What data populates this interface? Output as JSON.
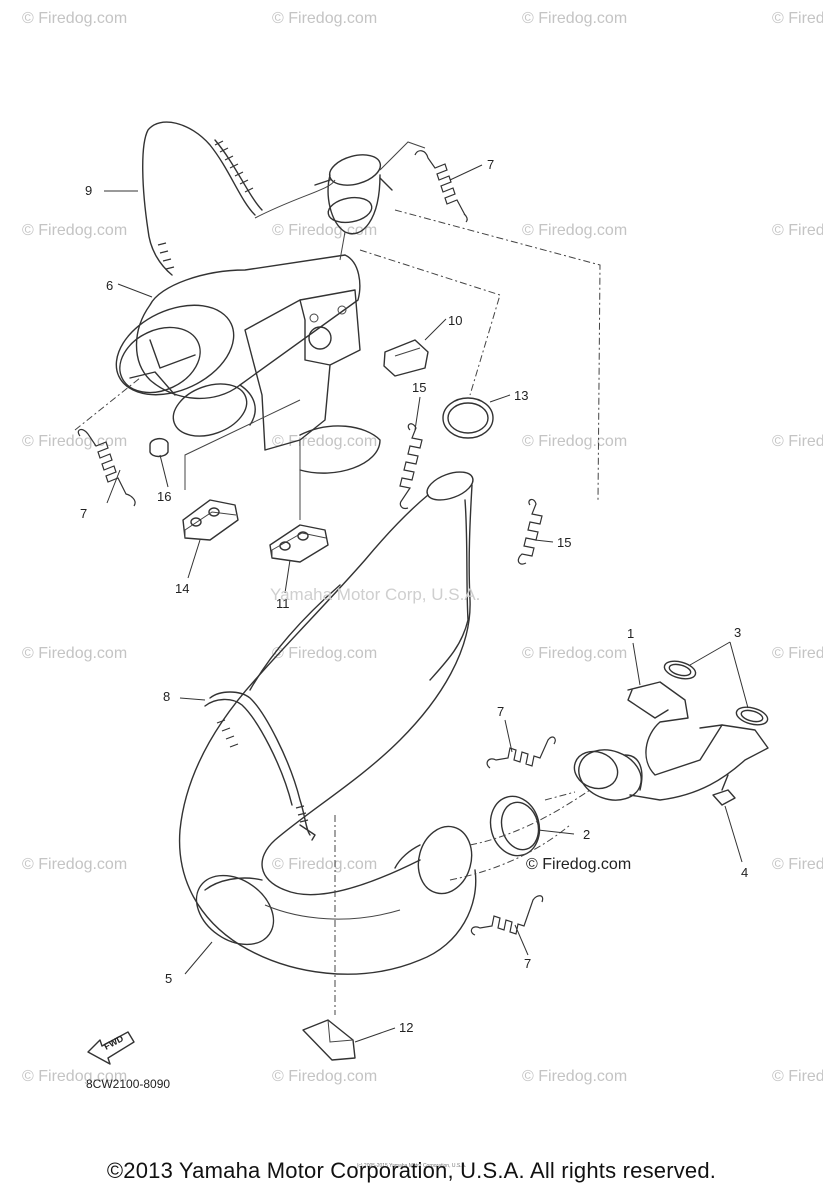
{
  "watermark": "© Firedog.com",
  "center_watermark": "© Firedog.com",
  "trade_mark": "Yamaha Motor Corp, U.S.A.",
  "diagram_code": "8CW2100-8090",
  "fwd_label": "FWD",
  "footer": "©2013 Yamaha Motor Corporation, U.S.A. All rights reserved.",
  "footer_small": "(c) 2005-2015 Yamaha Motor Corporation, U.S.A.",
  "callouts": {
    "c1": "1",
    "c2": "2",
    "c3": "3",
    "c4": "4",
    "c5": "5",
    "c6": "6",
    "c7a": "7",
    "c7b": "7",
    "c7c": "7",
    "c7d": "7",
    "c8": "8",
    "c9": "9",
    "c10": "10",
    "c11": "11",
    "c12": "12",
    "c13": "13",
    "c14": "14",
    "c15a": "15",
    "c15b": "15",
    "c16": "16"
  }
}
